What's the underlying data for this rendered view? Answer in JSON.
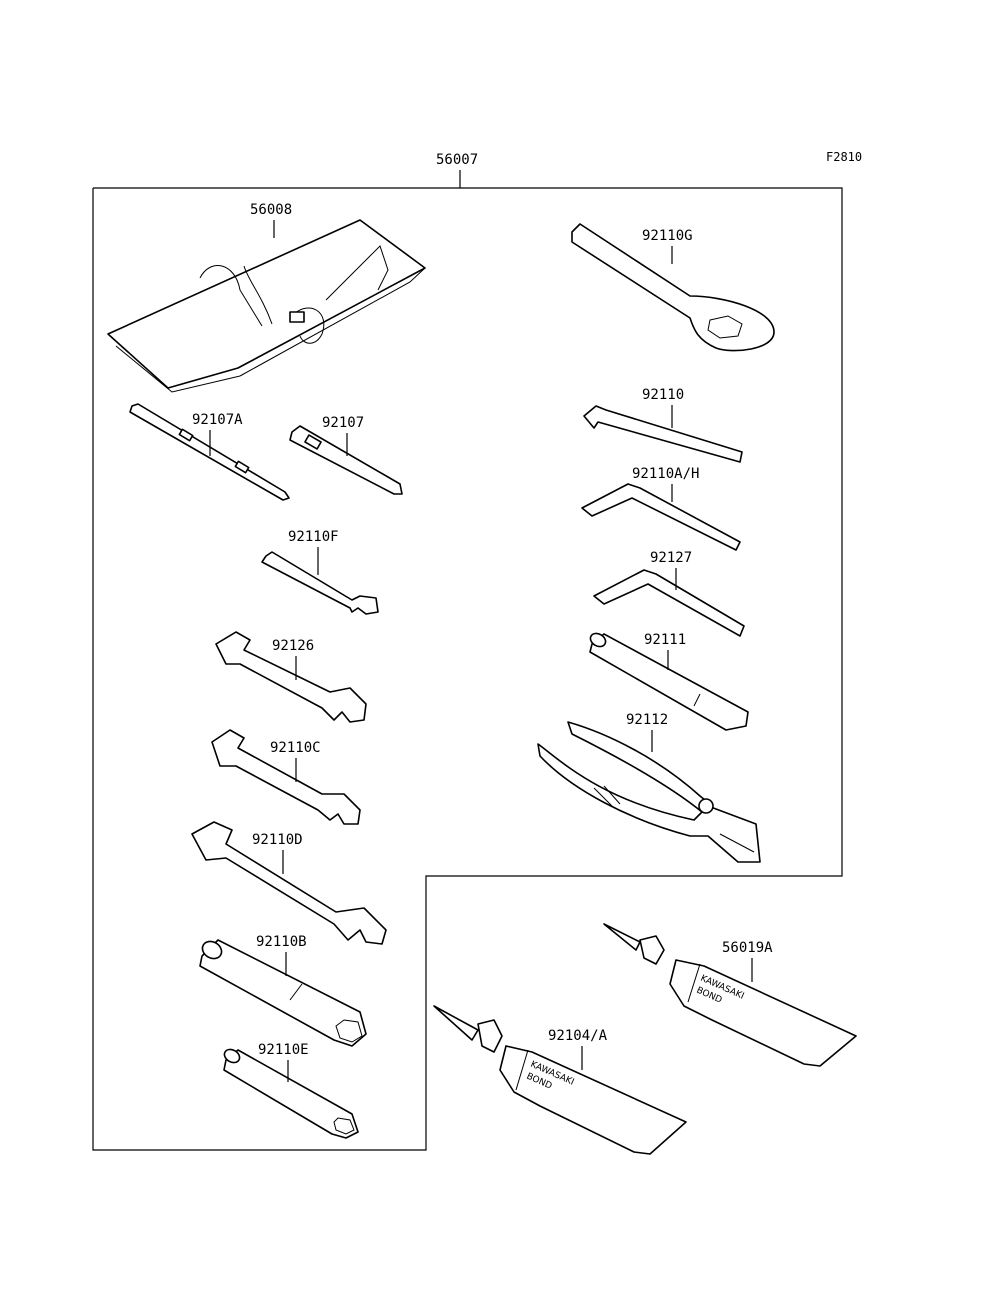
{
  "figure_code": "F2810",
  "kit_number": "56007",
  "parts": {
    "tool_bag": "56008",
    "screwdriver_bit": "92107A",
    "screwdriver_handle": "92107",
    "small_wrench": "92110F",
    "wrench_92126": "92126",
    "wrench_92110c": "92110C",
    "wrench_92110d": "92110D",
    "socket_large": "92110B",
    "socket_small": "92110E",
    "ring_wrench": "92110G",
    "hex_key_92110": "92110",
    "hex_key_92110ah": "92110A/H",
    "hex_key_92127": "92127",
    "extension_bar": "92111",
    "pliers": "92112",
    "bond_56019a": "56019A",
    "bond_92104a": "92104/A"
  },
  "tube_print": {
    "brand": "KAWASAKI",
    "product": "BOND"
  }
}
